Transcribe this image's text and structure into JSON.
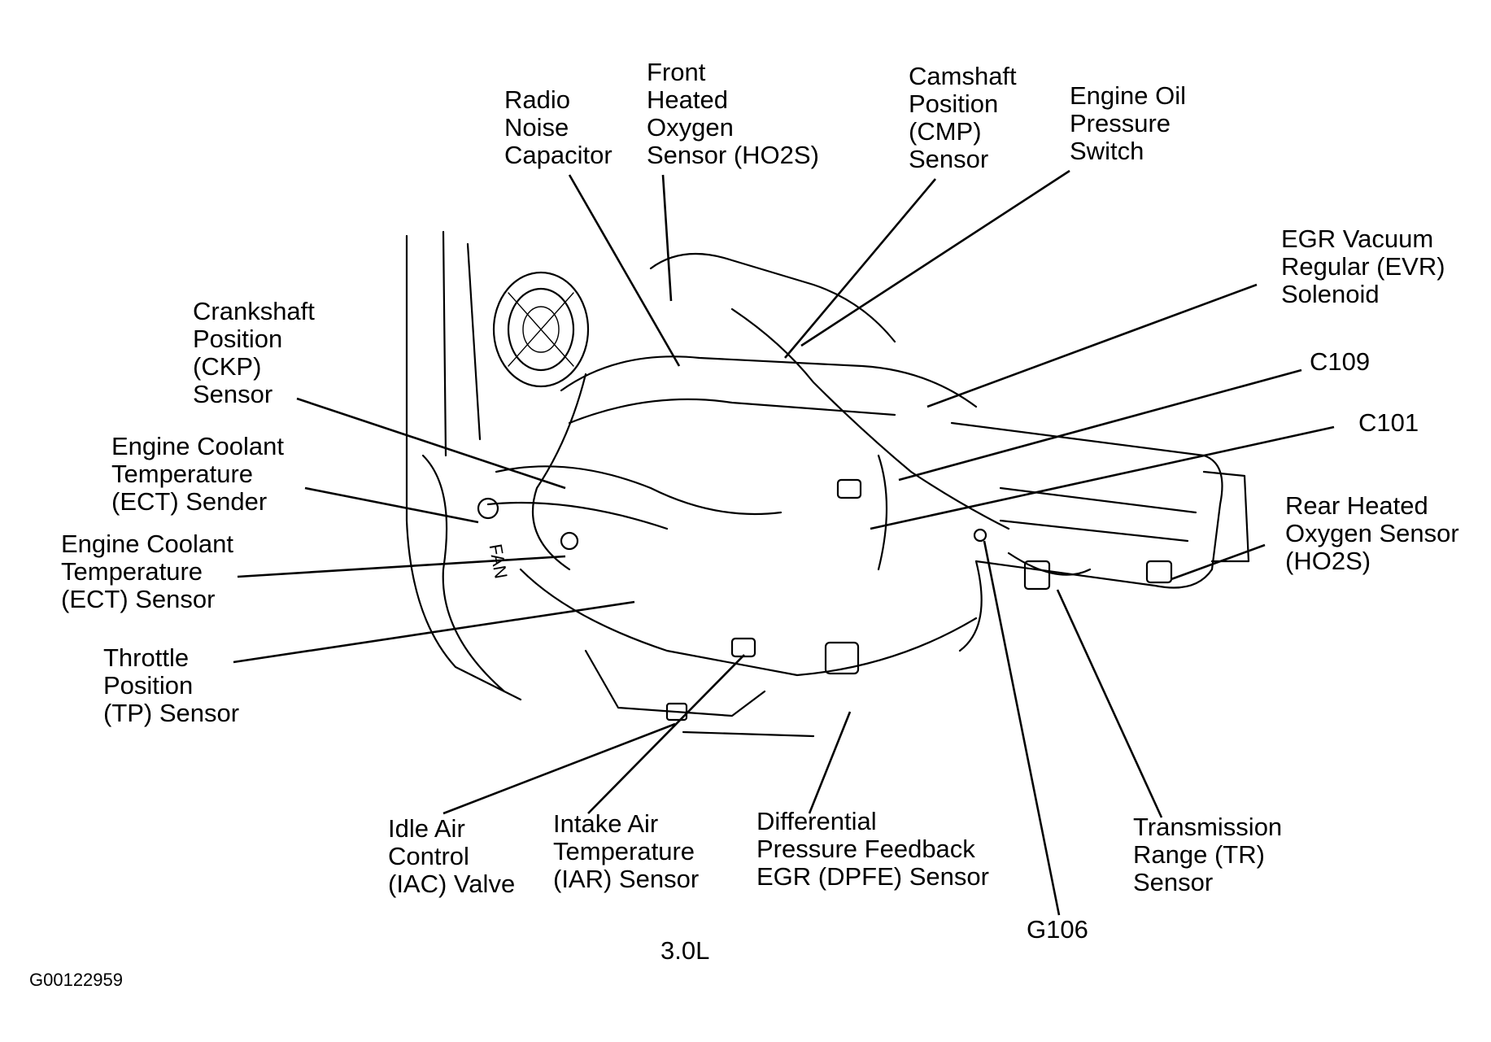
{
  "diagram": {
    "caption": "3.0L",
    "figure_id": "G00122959",
    "callouts": [
      {
        "id": "radio-noise-capacitor",
        "lines": [
          "Radio",
          "Noise",
          "Capacitor"
        ]
      },
      {
        "id": "front-ho2s",
        "lines": [
          "Front",
          "Heated",
          "Oxygen",
          "Sensor (HO2S)"
        ]
      },
      {
        "id": "cmp-sensor",
        "lines": [
          "Camshaft",
          "Position",
          "(CMP)",
          "Sensor"
        ]
      },
      {
        "id": "oil-pressure-switch",
        "lines": [
          "Engine Oil",
          "Pressure",
          "Switch"
        ]
      },
      {
        "id": "evr-solenoid",
        "lines": [
          "EGR Vacuum",
          "Regular (EVR)",
          "Solenoid"
        ]
      },
      {
        "id": "c109",
        "lines": [
          "C109"
        ]
      },
      {
        "id": "c101",
        "lines": [
          "C101"
        ]
      },
      {
        "id": "rear-ho2s",
        "lines": [
          "Rear Heated",
          "Oxygen Sensor",
          "(HO2S)"
        ]
      },
      {
        "id": "ckp-sensor",
        "lines": [
          "Crankshaft",
          "Position",
          "(CKP)",
          "Sensor"
        ]
      },
      {
        "id": "ect-sender",
        "lines": [
          "Engine Coolant",
          "Temperature",
          "(ECT) Sender"
        ]
      },
      {
        "id": "ect-sensor",
        "lines": [
          "Engine Coolant",
          "Temperature",
          "(ECT) Sensor"
        ]
      },
      {
        "id": "tp-sensor",
        "lines": [
          "Throttle",
          "Position",
          "(TP) Sensor"
        ]
      },
      {
        "id": "iac-valve",
        "lines": [
          "Idle Air",
          "Control",
          "(IAC) Valve"
        ]
      },
      {
        "id": "iat-sensor",
        "lines": [
          "Intake Air",
          "Temperature",
          "(IAR) Sensor"
        ]
      },
      {
        "id": "dpfe-sensor",
        "lines": [
          "Differential",
          "Pressure Feedback",
          "EGR (DPFE) Sensor"
        ]
      },
      {
        "id": "g106",
        "lines": [
          "G106"
        ]
      },
      {
        "id": "tr-sensor",
        "lines": [
          "Transmission",
          "Range (TR)",
          "Sensor"
        ]
      }
    ]
  }
}
